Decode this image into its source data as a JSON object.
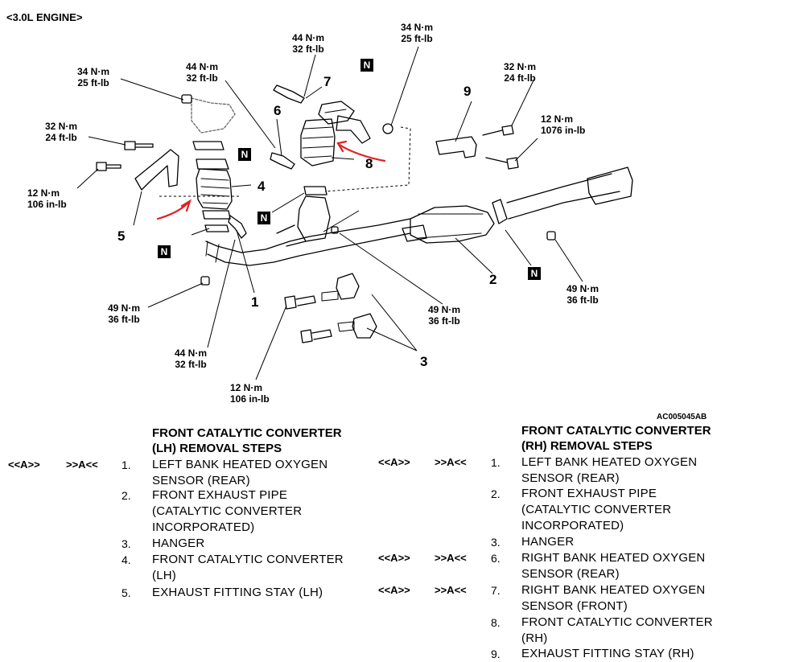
{
  "engine_label": "<3.0L ENGINE>",
  "figure_code": "AC005045AB",
  "n_badge": "N",
  "torque": {
    "t1": [
      "34 N·m",
      "25 ft-lb"
    ],
    "t2": [
      "44 N·m",
      "32 ft-lb"
    ],
    "t3": [
      "44 N·m",
      "32 ft-lb"
    ],
    "t4": [
      "34 N·m",
      "25 ft-lb"
    ],
    "t5": [
      "32 N·m",
      "24 ft-lb"
    ],
    "t6": [
      "32 N·m",
      "24 ft-lb"
    ],
    "t7": [
      "12 N·m",
      "1076 in-lb"
    ],
    "t8": [
      "12 N·m",
      "106 in-lb"
    ],
    "t9": [
      "49 N·m",
      "36 ft-lb"
    ],
    "t10": [
      "49 N·m",
      "36 ft-lb"
    ],
    "t11": [
      "49  N·m",
      "36 ft-lb"
    ],
    "t12": [
      "44 N·m",
      "32 ft-lb"
    ],
    "t13": [
      "12 N·m",
      "106 in-lb"
    ]
  },
  "callouts": {
    "c1": "1",
    "c2": "2",
    "c3": "3",
    "c4": "4",
    "c5": "5",
    "c6": "6",
    "c7": "7",
    "c8": "8",
    "c9": "9"
  },
  "lh": {
    "title_line1": "FRONT CATALYTIC CONVERTER",
    "title_line2": "(LH) REMOVAL STEPS",
    "steps": [
      {
        "code_a": "<<A>>",
        "code_b": ">>A<<",
        "num": "1.",
        "line1": "LEFT BANK HEATED OXYGEN",
        "line2": "SENSOR (REAR)"
      },
      {
        "num": "2.",
        "line1": "FRONT EXHAUST PIPE",
        "line2": "(CATALYTIC CONVERTER",
        "line3": "INCORPORATED)"
      },
      {
        "num": "3.",
        "line1": "HANGER"
      },
      {
        "num": "4.",
        "line1": "FRONT CATALYTIC CONVERTER",
        "line2": "(LH)"
      },
      {
        "num": "5.",
        "line1": "EXHAUST FITTING STAY (LH)"
      }
    ]
  },
  "rh": {
    "title_line1": "FRONT CATALYTIC CONVERTER",
    "title_line2": "(RH) REMOVAL STEPS",
    "steps": [
      {
        "code_a": "<<A>>",
        "code_b": ">>A<<",
        "num": "1.",
        "line1": "LEFT BANK HEATED OXYGEN",
        "line2": "SENSOR (REAR)"
      },
      {
        "num": "2.",
        "line1": "FRONT EXHAUST PIPE",
        "line2": "(CATALYTIC CONVERTER",
        "line3": "INCORPORATED)"
      },
      {
        "num": "3.",
        "line1": "HANGER"
      },
      {
        "code_a": "<<A>>",
        "code_b": ">>A<<",
        "num": "6.",
        "line1": "RIGHT BANK HEATED OXYGEN",
        "line2": "SENSOR (REAR)"
      },
      {
        "code_a": "<<A>>",
        "code_b": ">>A<<",
        "num": "7.",
        "line1": "RIGHT BANK HEATED OXYGEN",
        "line2": "SENSOR (FRONT)"
      },
      {
        "num": "8.",
        "line1": "FRONT CATALYTIC CONVERTER",
        "line2": "(RH)"
      },
      {
        "num": "9.",
        "line1": "EXHAUST FITTING STAY (RH)"
      }
    ]
  },
  "colors": {
    "annotation_red": "#e02020",
    "ink": "#000000"
  }
}
